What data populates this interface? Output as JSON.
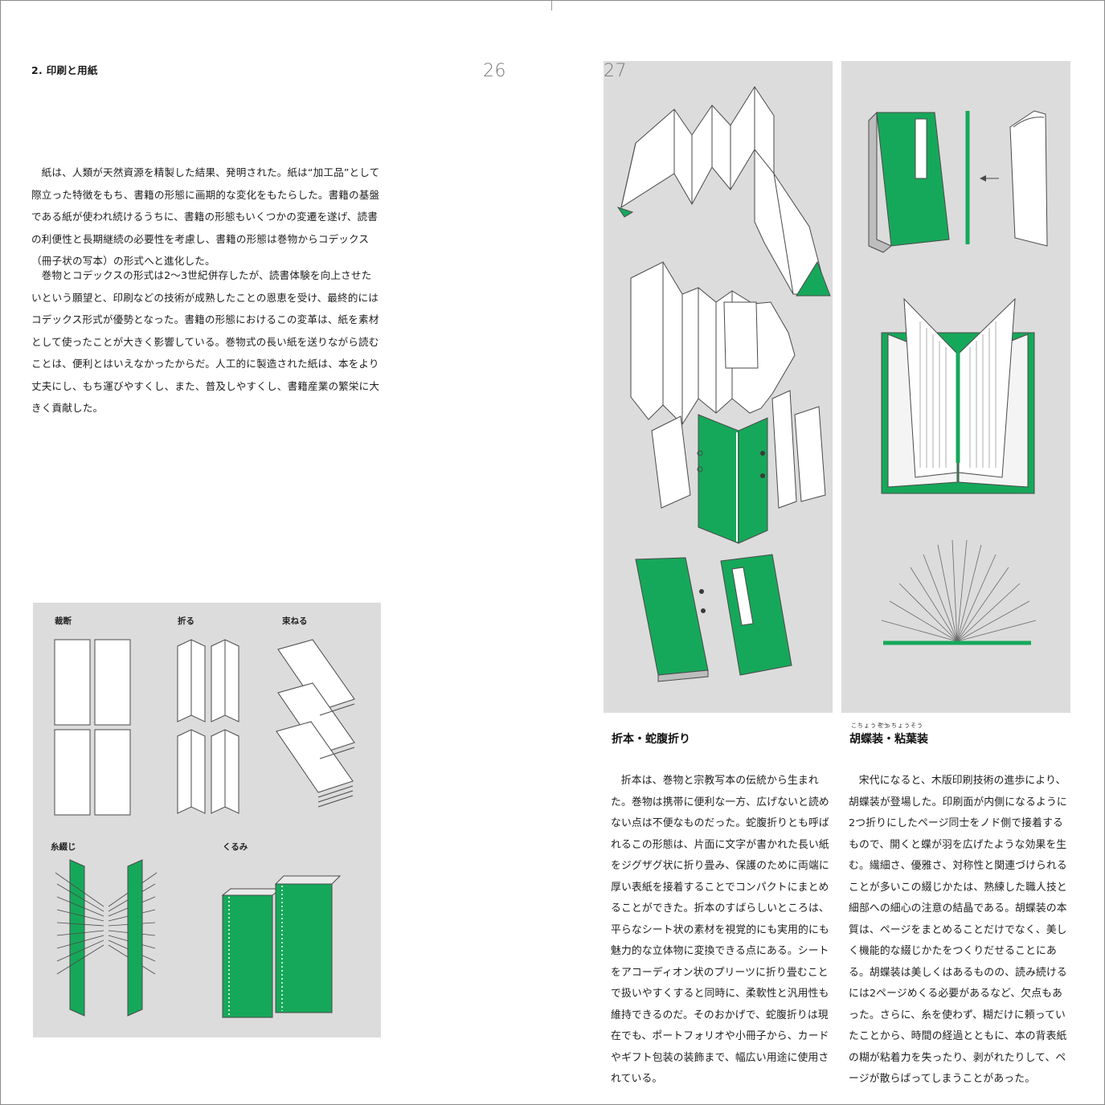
{
  "colors": {
    "green": "#16a85a",
    "panel_gray": "#dcdcdc",
    "line": "#4a4a4a"
  },
  "left_page": {
    "section_heading": "2. 印刷と用紙",
    "page_number": "26",
    "paragraphs": [
      "紙は、人類が天然資源を精製した結果、発明された。紙は“加工品”として際立った特徴をもち、書籍の形態に画期的な変化をもたらした。書籍の基盤である紙が使われ続けるうちに、書籍の形態もいくつかの変遷を遂げ、読書の利便性と長期継続の必要性を考慮し、書籍の形態は巻物からコデックス（冊子状の写本）の形式へと進化した。",
      "巻物とコデックスの形式は2〜3世紀併存したが、読書体験を向上させたいという願望と、印刷などの技術が成熟したことの恩恵を受け、最終的にはコデックス形式が優勢となった。書籍の形態におけるこの変革は、紙を素材として使ったことが大きく影響している。巻物式の長い紙を送りながら読むことは、便利とはいえなかったからだ。人工的に製造された紙は、本をより丈夫にし、もち運びやすくし、また、普及しやすくし、書籍産業の繁栄に大きく貢献した。"
    ],
    "figure_labels": {
      "cut": "裁断",
      "fold": "折る",
      "gather": "束ねる",
      "sew": "糸綴じ",
      "wrap": "くるみ"
    }
  },
  "right_page": {
    "page_number": "27",
    "left_column": {
      "heading": "折本・蛇腹折り",
      "body": "折本は、巻物と宗教写本の伝統から生まれた。巻物は携帯に便利な一方、広げないと読めない点は不便なものだった。蛇腹折りとも呼ばれるこの形態は、片面に文字が書かれた長い紙をジグザグ状に折り畳み、保護のために両端に厚い表紙を接着することでコンパクトにまとめることができた。折本のすばらしいところは、平らなシート状の素材を視覚的にも実用的にも魅力的な立体物に変換できる点にある。シートをアコーディオン状のプリーツに折り畳むことで扱いやすくすると同時に、柔軟性と汎用性も維持できるのだ。そのおかげで、蛇腹折りは現在でも、ポートフォリオや小冊子から、カードやギフト包装の装飾まで、幅広い用途に使用されている。"
    },
    "right_column": {
      "heading": "胡蝶装・粘葉装",
      "ruby_1": "こちょうそう",
      "ruby_2": "でっちょうそう",
      "body": "宋代になると、木版印刷技術の進歩により、胡蝶装が登場した。印刷面が内側になるように2つ折りにしたページ同士をノド側で接着するもので、開くと蝶が羽を広げたような効果を生む。繊細さ、優雅さ、対称性と関連づけられることが多いこの綴じかたは、熟練した職人技と細部への細心の注意の結晶である。胡蝶装の本質は、ページをまとめることだけでなく、美しく機能的な綴じかたをつくりだせることにある。胡蝶装は美しくはあるものの、読み続けるには2ページめくる必要があるなど、欠点もあった。さらに、糸を使わず、糊だけに頼っていたことから、時間の経過とともに、本の背表紙の糊が粘着力を失ったり、剥がれたりして、ページが散らばってしまうことがあった。"
    }
  }
}
